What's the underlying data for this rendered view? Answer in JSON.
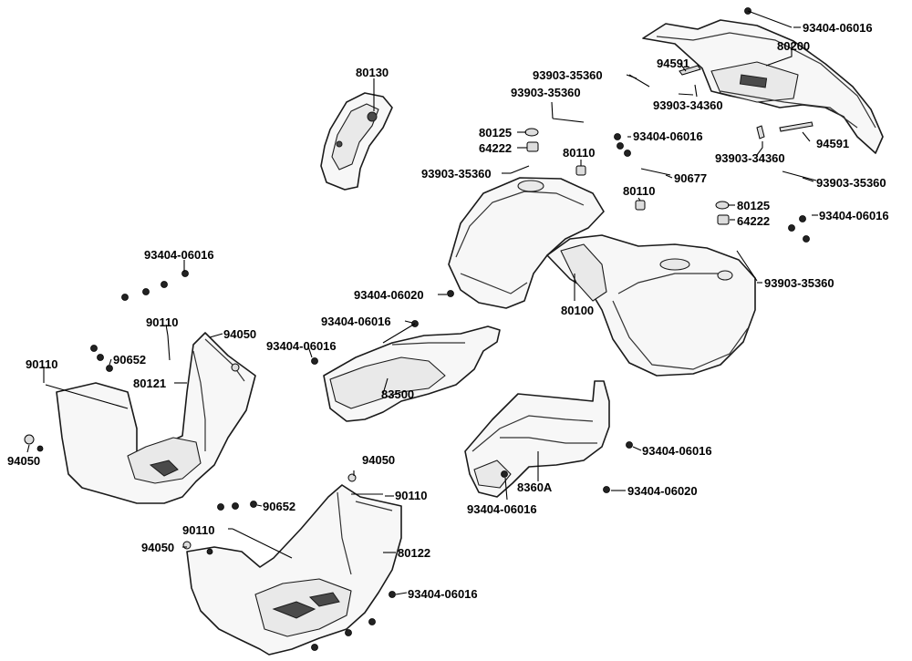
{
  "callouts": {
    "c80130": "80130",
    "c80200": "80200",
    "c93404_06016_tr": "93404-06016",
    "c93903_35360_a": "93903-35360",
    "c94591_a": "94591",
    "c93903_35360_b": "93903-35360",
    "c93903_34360_a": "93903-34360",
    "c80125_a": "80125",
    "c64222_a": "64222",
    "c93404_06016_b": "93404-06016",
    "c80110_a": "80110",
    "c93903_35360_c": "93903-35360",
    "c90677": "90677",
    "c80110_b": "80110",
    "c93903_34360_b": "93903-34360",
    "c94591_b": "94591",
    "c93903_35360_d": "93903-35360",
    "c80125_b": "80125",
    "c64222_b": "64222",
    "c93404_06016_c": "93404-06016",
    "c93903_35360_e": "93903-35360",
    "c80100": "80100",
    "c93404_06016_l": "93404-06016",
    "c93404_06020_a": "93404-06020",
    "c93404_06016_d": "93404-06016",
    "c93404_06016_e": "93404-06016",
    "c90110_a": "90110",
    "c94050_a": "94050",
    "c90652_a": "90652",
    "c90110_b": "90110",
    "c80121": "80121",
    "c94050_b": "94050",
    "c83500": "83500",
    "c93404_06016_f": "93404-06016",
    "c8360a": "8360A",
    "c93404_06016_g": "93404-06016",
    "c93404_06020_b": "93404-06020",
    "c94050_c": "94050",
    "c90110_c": "90110",
    "c90652_b": "90652",
    "c90110_d": "90110",
    "c94050_d": "94050",
    "c80122": "80122",
    "c93404_06016_h": "93404-06016"
  }
}
